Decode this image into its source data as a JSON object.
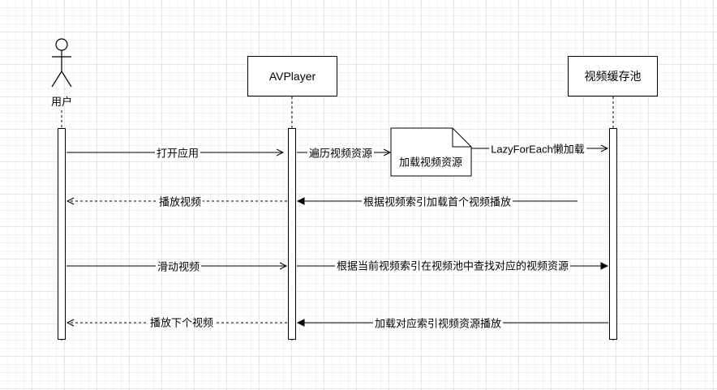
{
  "actors": [
    {
      "label": "用户"
    },
    {
      "label": "AVPlayer"
    },
    {
      "label": "视频缓存池"
    }
  ],
  "note": {
    "label": "加载视频资源"
  },
  "messages": [
    {
      "label": "打开应用"
    },
    {
      "label": "遍历视频资源"
    },
    {
      "label": "LazyForEach懒加载"
    },
    {
      "label": "播放视频"
    },
    {
      "label": "根据视频索引加载首个视频播放"
    },
    {
      "label": "滑动视频"
    },
    {
      "label": "根据当前视频索引在视频池中查找对应的视频资源"
    },
    {
      "label": "播放下个视频"
    },
    {
      "label": "加载对应索引视频资源播放"
    }
  ],
  "colors": {
    "line": "#000000",
    "grid": "#e6e6e6",
    "background": "#ffffff"
  }
}
